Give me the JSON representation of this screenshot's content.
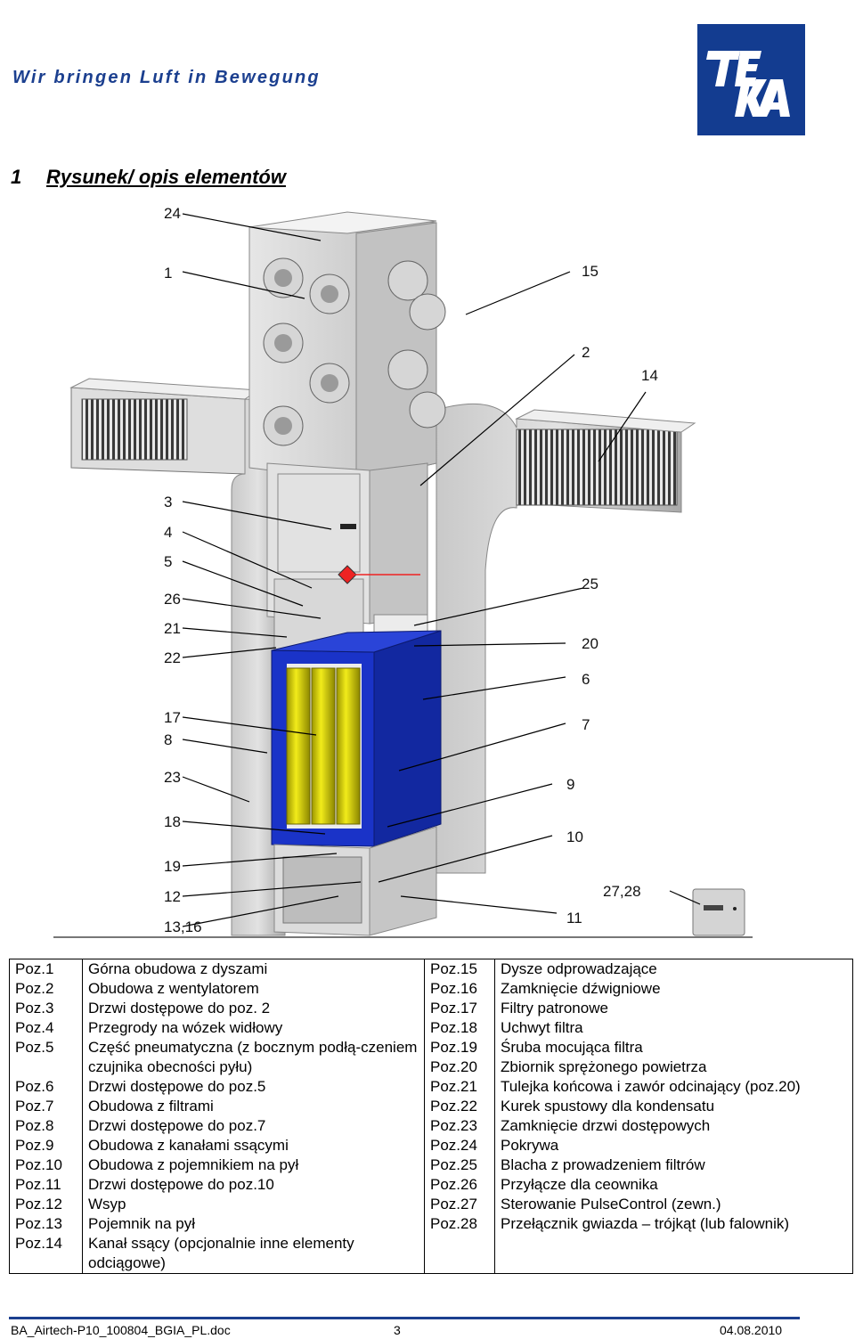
{
  "header": {
    "tagline": "Wir bringen Luft in Bewegung",
    "logo_icon": "teka-logo",
    "logo_text": "TEKA",
    "brand_color": "#133c90"
  },
  "section": {
    "number": "1",
    "title": "Rysunek/ opis elementów"
  },
  "drawing": {
    "callouts_left": [
      "24",
      "1",
      "3",
      "4",
      "5",
      "26",
      "21",
      "22",
      "17",
      "8",
      "23",
      "18",
      "19",
      "12",
      "13,16"
    ],
    "callouts_right": [
      "15",
      "2",
      "14",
      "25",
      "20",
      "6",
      "7",
      "9",
      "10",
      "27,28",
      "11"
    ],
    "housing_color": "#d4d4d4",
    "filter_housing_color": "#1a33c8",
    "filter_color": "#e8e000"
  },
  "legend": {
    "left": [
      {
        "pos": "Poz.1",
        "desc": "Górna obudowa z dyszami"
      },
      {
        "pos": "Poz.2",
        "desc": "Obudowa z wentylatorem"
      },
      {
        "pos": "Poz.3",
        "desc": "Drzwi dostępowe do poz. 2"
      },
      {
        "pos": "Poz.4",
        "desc": "Przegrody na wózek widłowy"
      },
      {
        "pos": "Poz.5",
        "desc": "Część pneumatyczna (z bocznym podłą-czeniem czujnika obecności pyłu)"
      },
      {
        "pos": "Poz.6",
        "desc": "Drzwi dostępowe do poz.5"
      },
      {
        "pos": "Poz.7",
        "desc": "Obudowa z filtrami"
      },
      {
        "pos": "Poz.8",
        "desc": "Drzwi dostępowe do poz.7"
      },
      {
        "pos": "Poz.9",
        "desc": "Obudowa z kanałami ssącymi"
      },
      {
        "pos": "Poz.10",
        "desc": "Obudowa z pojemnikiem na pył"
      },
      {
        "pos": "Poz.11",
        "desc": "Drzwi dostępowe do poz.10"
      },
      {
        "pos": "Poz.12",
        "desc": "Wsyp"
      },
      {
        "pos": "Poz.13",
        "desc": "Pojemnik na pył"
      },
      {
        "pos": "Poz.14",
        "desc": "Kanał ssący (opcjonalnie inne elementy odciągowe)"
      }
    ],
    "right": [
      {
        "pos": "Poz.15",
        "desc": "Dysze odprowadzające"
      },
      {
        "pos": "Poz.16",
        "desc": "Zamknięcie dźwigniowe"
      },
      {
        "pos": "Poz.17",
        "desc": "Filtry patronowe"
      },
      {
        "pos": "Poz.18",
        "desc": "Uchwyt filtra"
      },
      {
        "pos": "Poz.19",
        "desc": "Śruba mocująca filtra"
      },
      {
        "pos": "Poz.20",
        "desc": "Zbiornik sprężonego powietrza"
      },
      {
        "pos": "Poz.21",
        "desc": "Tulejka końcowa i zawór odcinający (poz.20)"
      },
      {
        "pos": "Poz.22",
        "desc": "Kurek spustowy dla kondensatu"
      },
      {
        "pos": "Poz.23",
        "desc": "Zamknięcie drzwi dostępowych"
      },
      {
        "pos": "Poz.24",
        "desc": "Pokrywa"
      },
      {
        "pos": "Poz.25",
        "desc": "Blacha z prowadzeniem filtrów"
      },
      {
        "pos": "Poz.26",
        "desc": "Przyłącze dla ceownika"
      },
      {
        "pos": "Poz.27",
        "desc": "Sterowanie PulseControl (zewn.)"
      },
      {
        "pos": "Poz.28",
        "desc": "Przełącznik gwiazda – trójkąt (lub falownik)"
      }
    ]
  },
  "footer": {
    "filename": "BA_Airtech-P10_100804_BGIA_PL.doc",
    "page": "3",
    "date": "04.08.2010"
  }
}
